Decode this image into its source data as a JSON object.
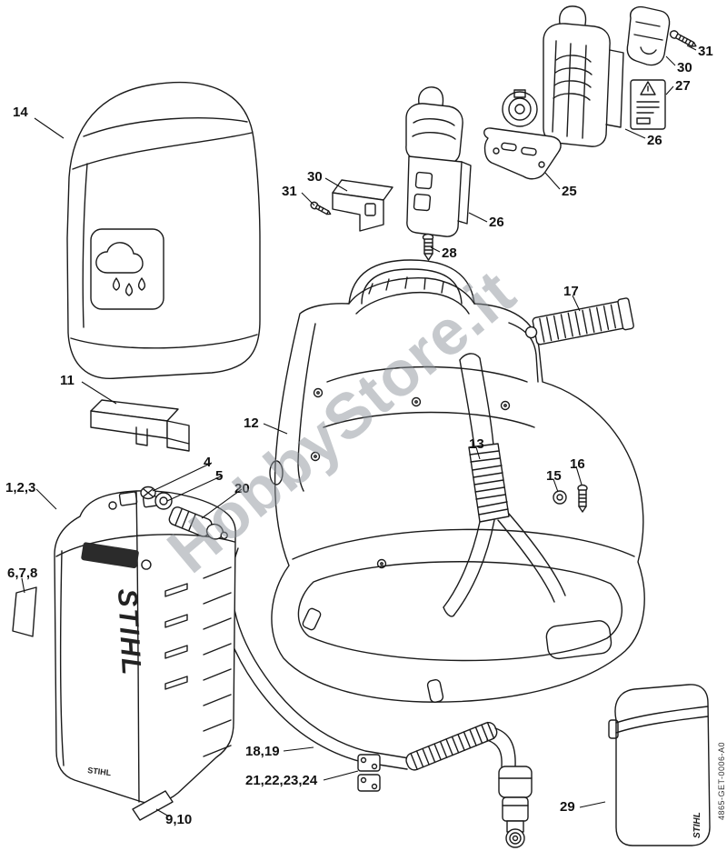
{
  "diagram": {
    "watermark": "HobbyStore.it",
    "doc_code": "4865-GET-0006-A0",
    "logos": {
      "battery": "STIHL",
      "battery_small": "STIHL",
      "pouch": "STIHL"
    },
    "callouts": {
      "n14": "14",
      "n31_top": "31",
      "n30_top": "30",
      "n27": "27",
      "n26_right": "26",
      "n25": "25",
      "n30_mid": "30",
      "n31_mid": "31",
      "n26_mid": "26",
      "n28": "28",
      "n17": "17",
      "n11": "11",
      "n12": "12",
      "n13": "13",
      "n15": "15",
      "n16": "16",
      "n4": "4",
      "n5": "5",
      "n20": "20",
      "n123": "1,2,3",
      "n678": "6,7,8",
      "n910": "9,10",
      "n1819": "18,19",
      "n21to24": "21,22,23,24",
      "n29": "29"
    }
  }
}
